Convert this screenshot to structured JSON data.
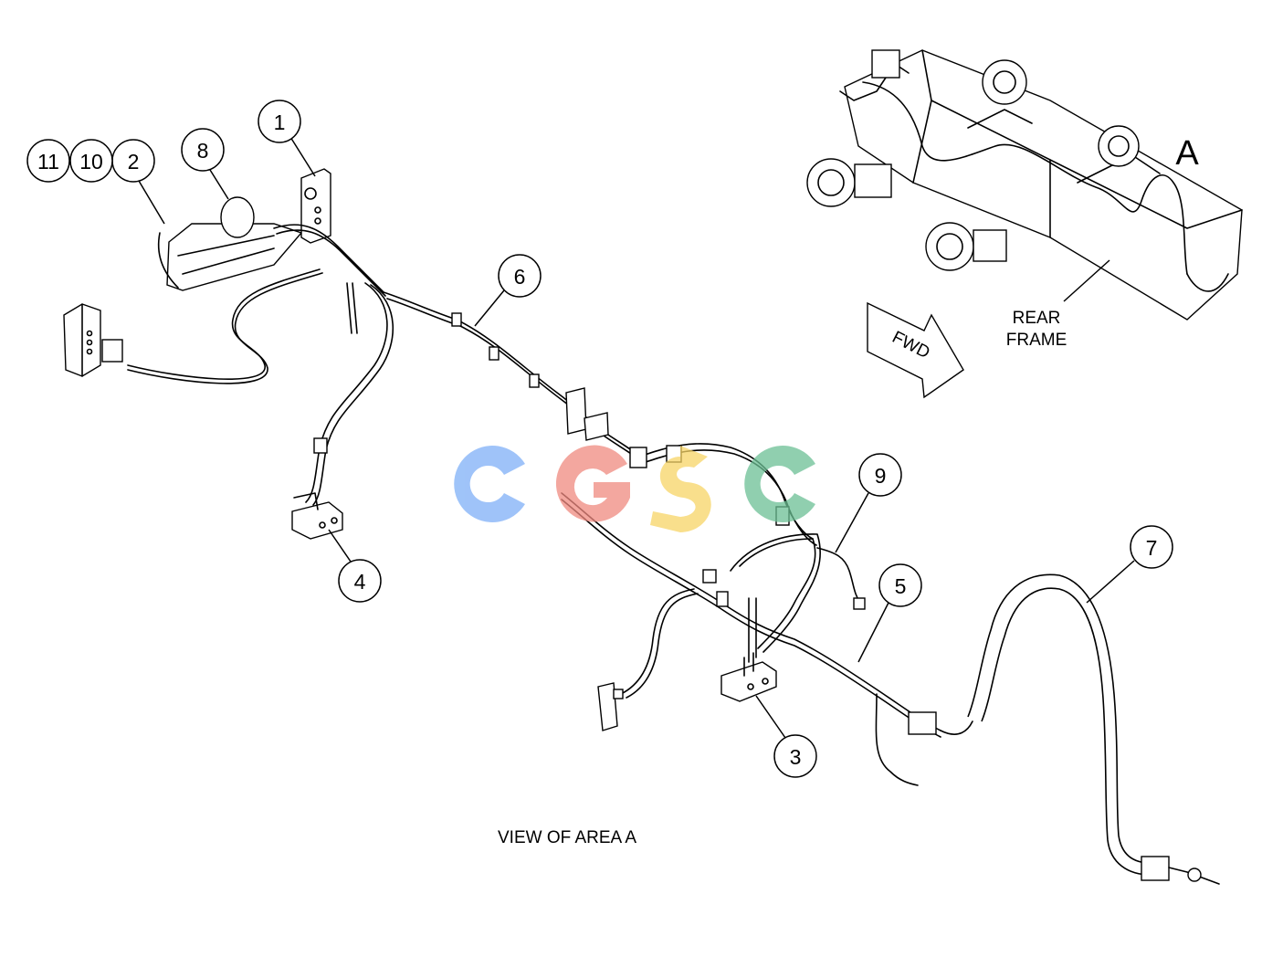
{
  "callouts": [
    {
      "label": "1"
    },
    {
      "label": "2"
    },
    {
      "label": "3"
    },
    {
      "label": "4"
    },
    {
      "label": "5"
    },
    {
      "label": "6"
    },
    {
      "label": "7"
    },
    {
      "label": "8"
    },
    {
      "label": "9"
    },
    {
      "label": "10"
    },
    {
      "label": "11"
    }
  ],
  "inset": {
    "area_letter": "A",
    "frame_label_line1": "REAR",
    "frame_label_line2": "FRAME",
    "direction_label": "FWD"
  },
  "caption": "VIEW OF AREA A",
  "watermark": {
    "letters": [
      "C",
      "G",
      "S",
      "C"
    ],
    "colors": [
      "#7fb0f7",
      "#f08a80",
      "#f7d566",
      "#6cc095"
    ]
  },
  "colors": {
    "line": "#000000",
    "background": "#ffffff"
  }
}
